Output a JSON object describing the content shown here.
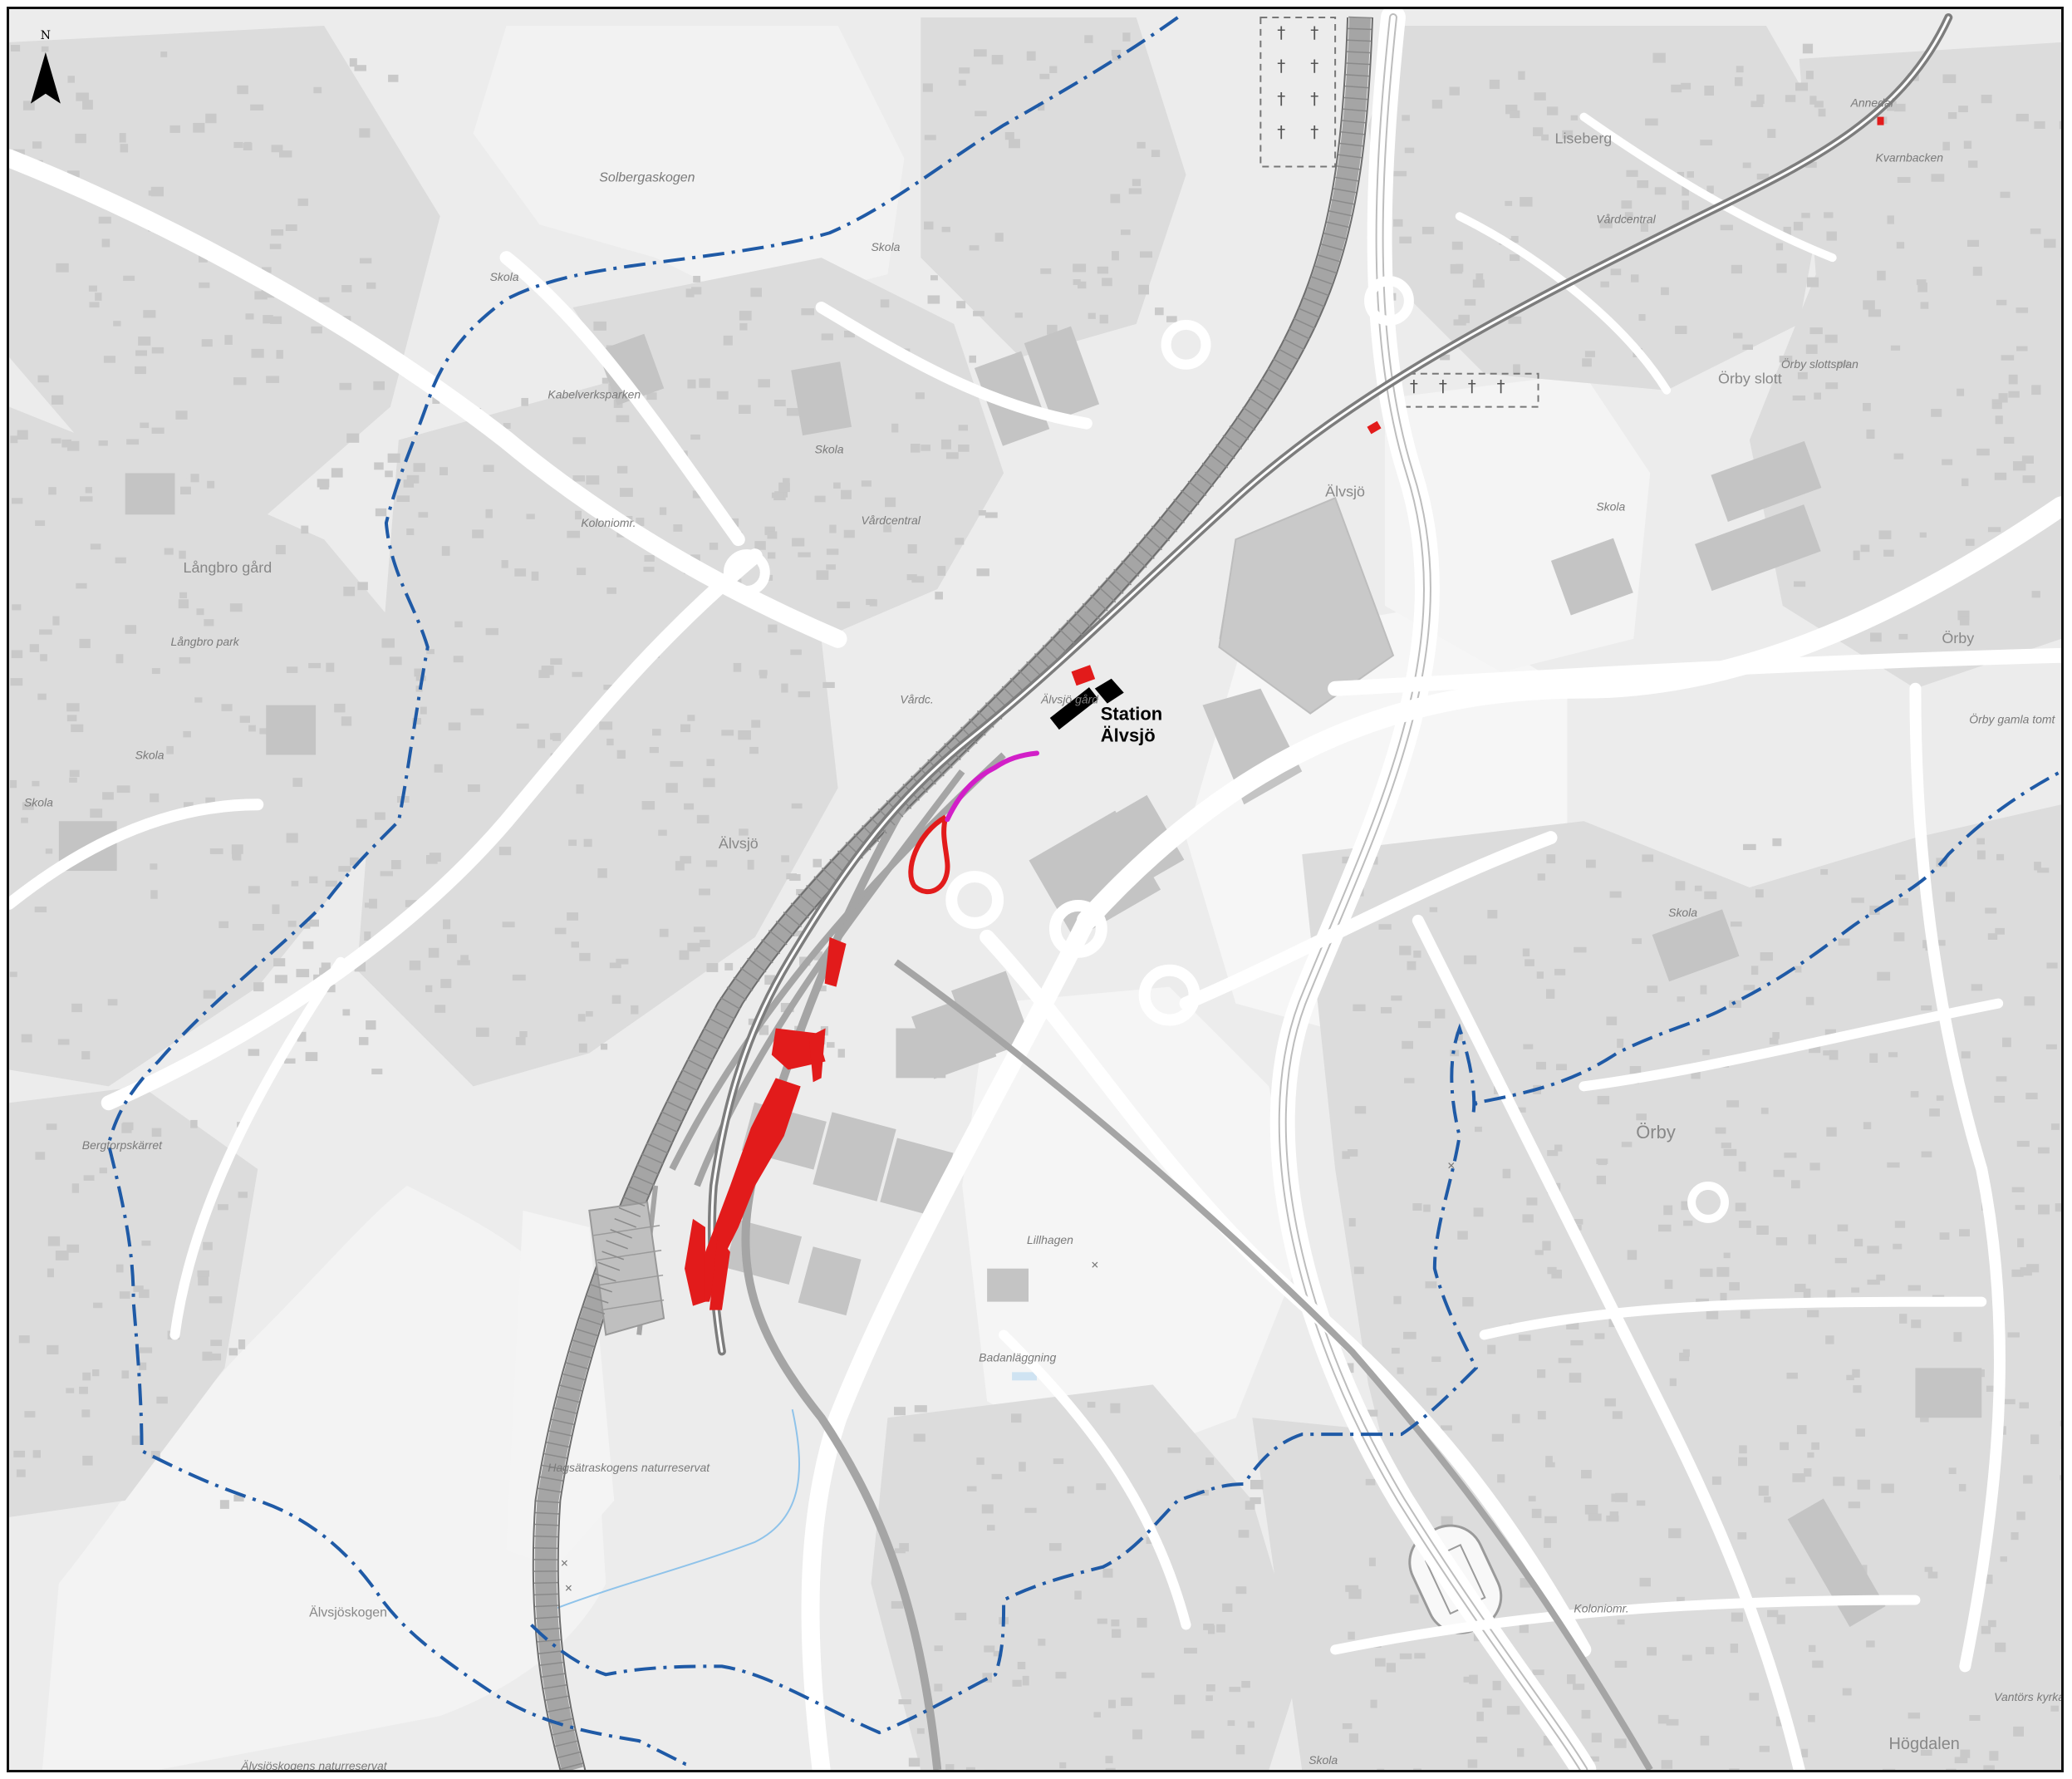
{
  "north_arrow": {
    "letter": "N"
  },
  "station": {
    "line1": "Station",
    "line2": "Älvsjö"
  },
  "labels": {
    "solbergaskogen": "Solbergaskogen",
    "skola_1": "Skola",
    "skola_2": "Skola",
    "skola_3": "Skola",
    "skola_4": "Skola",
    "skola_5": "Skola",
    "skola_6": "Skola",
    "skola_7": "Skola",
    "skola_8": "Skola",
    "kabelverksparken": "Kabelverksparken",
    "koloniomr_1": "Koloniomr.",
    "koloniomr_2": "Koloniomr.",
    "langbro_gard": "Långbro gård",
    "langbro_park": "Långbro park",
    "vardcentral_1": "Vårdcentral",
    "vardcentral_2": "Vårdcentral",
    "vardc": "Vårdc.",
    "alvsjo_gard": "Älvsjö gård",
    "alvsjo_west": "Älvsjö",
    "alvsjo_east": "Älvsjö",
    "bergtorpskarret": "Bergtorpskärret",
    "liseberg": "Liseberg",
    "annedal": "Annedal",
    "kvarnbacken": "Kvarnbacken",
    "orby_slott": "Örby slott",
    "orby_slottsplan": "Örby slottsplan",
    "orby": "Örby",
    "orby_big": "Örby",
    "orby_gamla_tomt": "Örby gamla tomt",
    "lillhagen": "Lillhagen",
    "badanlaggning": "Badanläggning",
    "hagsatraskogens": "Hagsätraskogens naturreservat",
    "alvsjoskogen": "Älvsjöskogen",
    "alvsjoskogens_nr": "Älvsjöskogens naturreservat",
    "vantors_kyrka": "Vantörs kyrka",
    "hogdalen": "Högdalen"
  },
  "colors": {
    "background": "#ececec",
    "block": "#d9d9d9",
    "building": "#c8c8c8",
    "road": "#ffffff",
    "rail": "#a0a0a0",
    "boundary": "#1f5aa6",
    "work_area": "#e21b1b",
    "magenta_route": "#d21fc8",
    "track": "#7d7d7d",
    "station_marker": "#000000"
  }
}
